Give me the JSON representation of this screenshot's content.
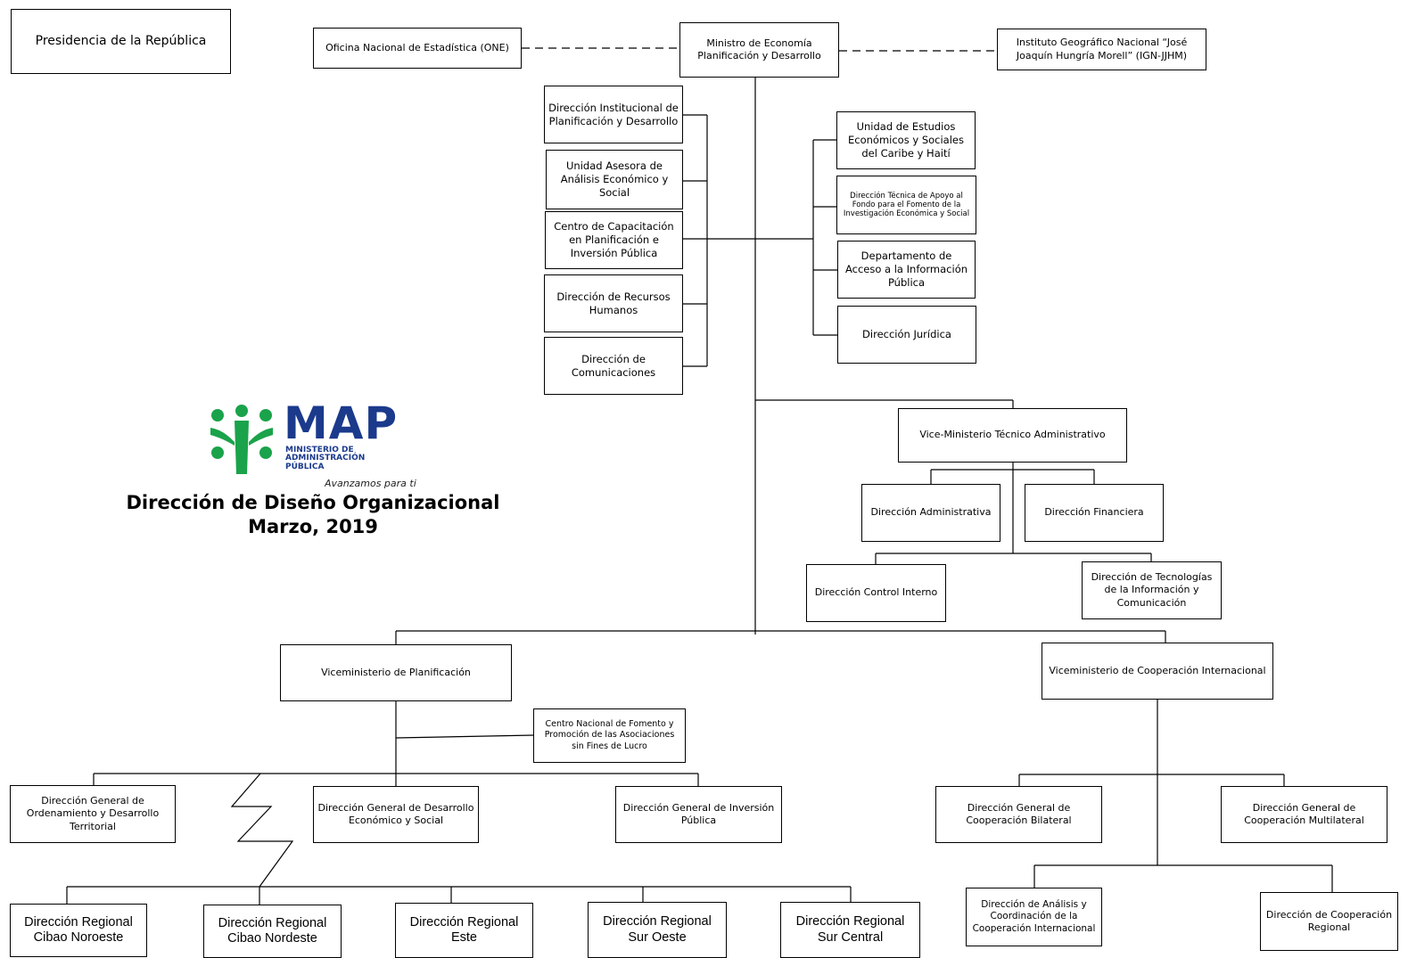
{
  "presidency": "Presidencia de la República",
  "one": "Oficina Nacional de Estadística (ONE)",
  "minister": "Ministro de Economía Planificación y Desarrollo",
  "ign": "Instituto Geográfico Nacional “José Joaquín Hungría Morell” (IGN-JJHM)",
  "left_staff": [
    "Dirección Institucional de Planificación y Desarrollo",
    "Unidad Asesora de Análisis Económico y Social",
    "Centro de Capacitación en Planificación e Inversión Pública",
    "Dirección de Recursos Humanos",
    "Dirección de Comunicaciones"
  ],
  "right_staff": [
    "Unidad de Estudios Económicos y Sociales del Caribe y Haití",
    "Dirección Técnica de Apoyo al Fondo para el Fomento de la Investigación Económica y Social",
    "Departamento de Acceso a la Información Pública",
    "Dirección Jurídica"
  ],
  "vice_admin": "Vice-Ministerio Técnico Administrativo",
  "admin_units": [
    "Dirección Administrativa",
    "Dirección Financiera",
    "Dirección Control Interno",
    "Dirección de Tecnologías de la Información y Comunicación"
  ],
  "vice_plan": "Viceministerio de Planificación",
  "centro_fomento": "Centro Nacional de Fomento y Promoción de las Asociaciones sin Fines de Lucro",
  "plan_units": [
    "Dirección General de Ordenamiento y Desarrollo Territorial",
    "Dirección General de Desarrollo Económico y Social",
    "Dirección General de Inversión Pública"
  ],
  "regional": [
    "Dirección Regional Cibao Noroeste",
    "Dirección Regional Cibao Nordeste",
    "Dirección Regional Este",
    "Dirección Regional Sur Oeste",
    "Dirección Regional Sur Central"
  ],
  "vice_coop": "Viceministerio de Cooperación Internacional",
  "coop_units": [
    "Dirección General de Cooperación Bilateral",
    "Dirección General de Cooperación Multilateral",
    "Dirección de Análisis y Coordinación de la Cooperación Internacional",
    "Dirección de Cooperación Regional"
  ],
  "logo": {
    "name": "MAP",
    "ministry": [
      "MINISTERIO DE",
      "ADMINISTRACIÓN",
      "PÚBLICA"
    ],
    "slogan": "Avanzamos para ti",
    "green": "#1aa34a",
    "blue": "#1b3a8c"
  },
  "title": "Dirección de Diseño Organizacional",
  "date": "Marzo, 2019"
}
